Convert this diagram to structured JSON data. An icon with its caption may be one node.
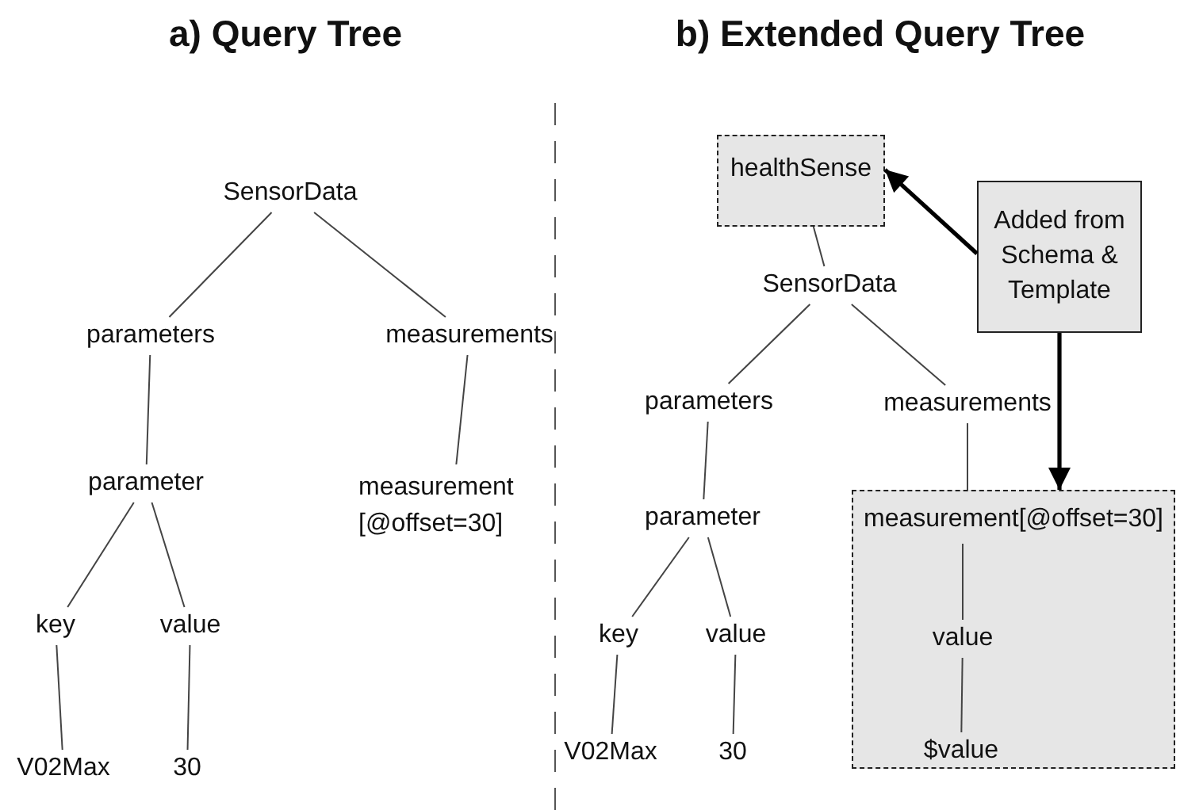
{
  "diagram": {
    "nodes": [
      {
        "text": [
          "SensorData"
        ]
      },
      {
        "text": [
          "parameters"
        ]
      },
      {
        "text": [
          "measurements"
        ]
      },
      {
        "text": [
          "parameter"
        ]
      },
      {
        "text": [
          "measurement [@offset=30]"
        ]
      },
      {
        "text": [
          "key"
        ]
      },
      {
        "text": [
          "value"
        ]
      },
      {
        "text": [
          "V02Max"
        ]
      },
      {
        "text": [
          "30"
        ]
      },
      {
        "text": [
          "healthSense"
        ]
      },
      {
        "text": [
          "Added from Schema & Template"
        ]
      },
      {
        "text": [
          "SensorData"
        ]
      },
      {
        "text": [
          "parameters"
        ]
      },
      {
        "text": [
          "measurements"
        ]
      },
      {
        "text": [
          "parameter"
        ]
      },
      {
        "text": [
          "measurement[@offset=30]"
        ]
      },
      {
        "text": [
          "value"
        ],
        "in": 15
      },
      {
        "text": [
          "$value"
        ],
        "in": 15
      },
      {
        "text": [
          "key"
        ]
      },
      {
        "text": [
          "value"
        ]
      },
      {
        "text": [
          "V02Max"
        ]
      },
      {
        "text": [
          "30"
        ]
      }
    ],
    "edges": [
      {
        "from": 0,
        "to": 1,
        "arrow": "none"
      },
      {
        "from": 0,
        "to": 2,
        "arrow": "none"
      },
      {
        "from": 1,
        "to": 3,
        "arrow": "none"
      },
      {
        "from": 2,
        "to": 4,
        "arrow": "none"
      },
      {
        "from": 3,
        "to": 5,
        "arrow": "none"
      },
      {
        "from": 3,
        "to": 6,
        "arrow": "none"
      },
      {
        "from": 5,
        "to": 7,
        "arrow": "none"
      },
      {
        "from": 6,
        "to": 8,
        "arrow": "none"
      },
      {
        "from": 9,
        "to": 11,
        "arrow": "none"
      },
      {
        "from": 11,
        "to": 12,
        "arrow": "none"
      },
      {
        "from": 11,
        "to": 13,
        "arrow": "none"
      },
      {
        "from": 12,
        "to": 14,
        "arrow": "none"
      },
      {
        "from": 13,
        "to": 15,
        "arrow": "none"
      },
      {
        "from": 14,
        "to": 18,
        "arrow": "none"
      },
      {
        "from": 14,
        "to": 19,
        "arrow": "none"
      },
      {
        "from": 18,
        "to": 20,
        "arrow": "none"
      },
      {
        "from": 19,
        "to": 21,
        "arrow": "none"
      },
      {
        "from": 15,
        "to": 16,
        "arrow": "none"
      },
      {
        "from": 16,
        "to": 17,
        "arrow": "none"
      },
      {
        "from": 10,
        "to": 9,
        "arrow": "to",
        "style": "thick",
        "color": "#000000"
      },
      {
        "from": 10,
        "to": 15,
        "arrow": "to",
        "style": "thick",
        "color": "#000000"
      }
    ],
    "labels": [
      "a) Query Tree",
      "b) Extended Query Tree"
    ]
  }
}
